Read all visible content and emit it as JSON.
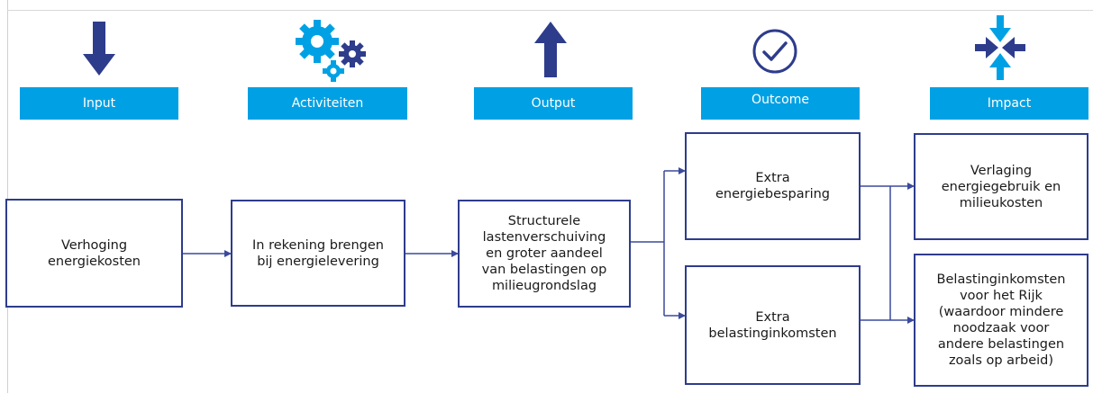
{
  "colors": {
    "accent": "#00a1e4",
    "navy": "#2e3c8c",
    "connector": "#3a4a9c"
  },
  "icons": [
    "arrow-down-icon",
    "gears-icon",
    "arrow-up-icon",
    "checkmark-circle-icon",
    "converging-arrows-icon"
  ],
  "stages": [
    {
      "label": "Input"
    },
    {
      "label": "Activiteiten"
    },
    {
      "label": "Output"
    },
    {
      "label": "Outcome"
    },
    {
      "label": "Impact"
    }
  ],
  "boxes": {
    "input": "Verhoging\nenergiekosten",
    "activity": "In rekening brengen\nbij energielevering",
    "output": "Structurele\nlastenverschuiving\nen groter aandeel\nvan belastingen op\nmilieugrondslag",
    "outcome_1": "Extra\nenergiebesparing",
    "outcome_2": "Extra\nbelastinginkomsten",
    "impact_1": "Verlaging\nenergiegebruik en\nmilieukosten",
    "impact_2": "Belastinginkomsten\nvoor het Rijk\n(waardoor mindere\nnoodzaak voor\nandere belastingen\nzoals op arbeid)"
  }
}
